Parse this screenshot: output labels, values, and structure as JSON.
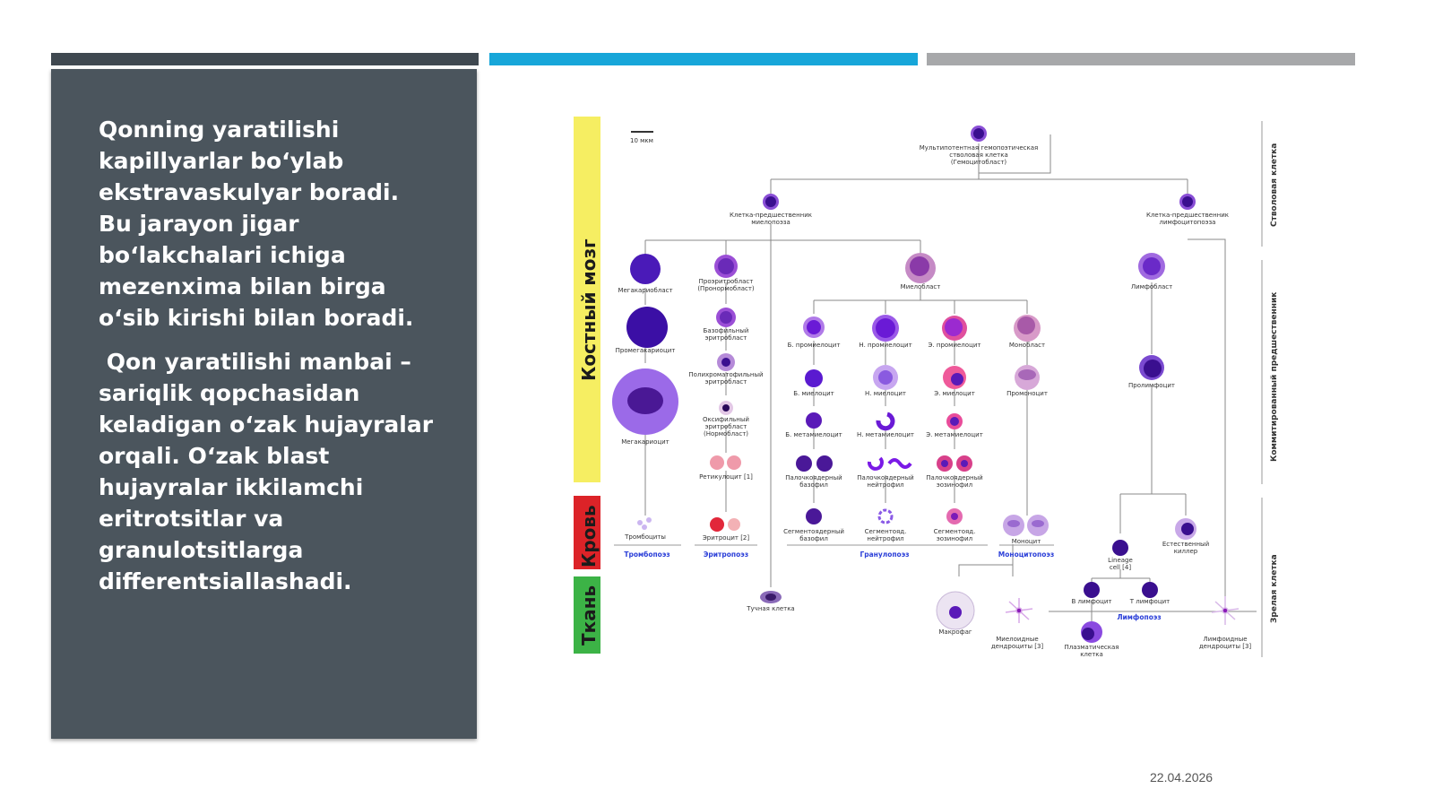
{
  "panel": {
    "paragraph1": "Qonning yaratilishi kapillyarlar bo‘ylab ekstravaskulyar boradi. Bu jarayon jigar bo‘lakchalari ichiga mezenxima bilan birga o‘sib kirishi bilan boradi.",
    "paragraph2": " Qon yaratilishi manbai – sariqlik qopchasidan keladigan o‘zak hujayralar orqali. O‘zak blast hujayralar ikkilamchi eritrotsitlar va granulotsitlarga differentsiallashadi."
  },
  "date": "22.04.2026",
  "diagram": {
    "left_bands": {
      "bone": "Костный мозг",
      "blood": "Кровь",
      "tissue": "Ткань"
    },
    "right_labels": {
      "stem": "Стволовая клетка",
      "committed": "Коммитированный предшественник",
      "mature": "Зрелая клетка"
    },
    "scale": "10 мкм",
    "top_cell": [
      "Мультипотентная гемопоэтическая",
      "стволовая клетка",
      "(Гемоцитобласт)"
    ],
    "myeloid_prog": [
      "Клетка-предшественник",
      "миелопоэза"
    ],
    "lymphoid_prog": [
      "Клетка-предшественник",
      "лимфоцитопоэза"
    ],
    "cells": {
      "megakaryoblast": "Мегакариобласт",
      "promegakaryocyte": "Промегакариоцит",
      "megakaryocyte": "Мегакариоцит",
      "thrombocytes": "Тромбоциты",
      "proerythroblast": [
        "Проэритробласт",
        "(Пронормобласт)"
      ],
      "basophilic_eb": [
        "Базофильный",
        "эритробласт"
      ],
      "polychromatic_eb": [
        "Полихроматофильный",
        "эритробласт"
      ],
      "orthochromatic_eb": [
        "Оксифильный",
        "эритробласт",
        "(Нормобласт)"
      ],
      "reticulocyte": "Ретикулоцит [1]",
      "erythrocyte": "Эритроцит [2]",
      "myeloblast": "Миелобласт",
      "b_promyelocyte": "Б. промиелоцит",
      "n_promyelocyte": "Н. промиелоцит",
      "e_promyelocyte": "Э. промиелоцит",
      "monoblast": "Монобласт",
      "b_myelocyte": "Б. миелоцит",
      "n_myelocyte": "Н. миелоцит",
      "e_myelocyte": "Э. миелоцит",
      "promonocyte": "Промоноцит",
      "b_metamyelocyte": "Б. метамиелоцит",
      "n_metamyelocyte": "Н. метамиелоцит",
      "e_metamyelocyte": "Э. метамиелоцит",
      "band_b": [
        "Палочкоядерный",
        "базофил"
      ],
      "band_n": [
        "Палочкоядерный",
        "нейтрофил"
      ],
      "band_e": [
        "Палочкоядерный",
        "эозинофил"
      ],
      "seg_b": [
        "Сегментоядерный",
        "базофил"
      ],
      "seg_n": [
        "Сегментояд.",
        "нейтрофил"
      ],
      "seg_e": [
        "Сегментояд.",
        "эозинофил"
      ],
      "monocyte": "Моноцит",
      "mast_cell": "Тучная клетка",
      "macrophage": "Макрофаг",
      "myeloid_dc": [
        "Миелоидные",
        "дендроциты [3]"
      ],
      "lymphoblast": "Лимфобласт",
      "prolymphocyte": "Пролимфоцит",
      "nk_cell": [
        "Естественный",
        "киллер"
      ],
      "lin_cell": [
        "Lineage",
        "cell [4]"
      ],
      "b_lymphocyte": "В лимфоцит",
      "t_lymphocyte": "Т лимфоцит",
      "plasma_cell": [
        "Плазматическая",
        "клетка"
      ],
      "lymphoid_dc": [
        "Лимфоидные",
        "дендроциты [3]"
      ]
    },
    "processes": {
      "thrombopoiesis": "Тромбопоэз",
      "erythropoiesis": "Эритропоэз",
      "granulopoiesis": "Гранулопоэз",
      "monocytopoiesis": "Моноцитопоэз",
      "lymphopoiesis": "Лимфопоэз"
    },
    "colors": {
      "bone_band": "#f6ee62",
      "blood_band": "#dc2328",
      "tissue_band": "#3cb346",
      "band_text": "#1b1b1b",
      "process_text": "#2b3fd8",
      "nucleus": "#3a0f8f",
      "cell_body": "#8a4fd6",
      "line": "#888888"
    }
  }
}
